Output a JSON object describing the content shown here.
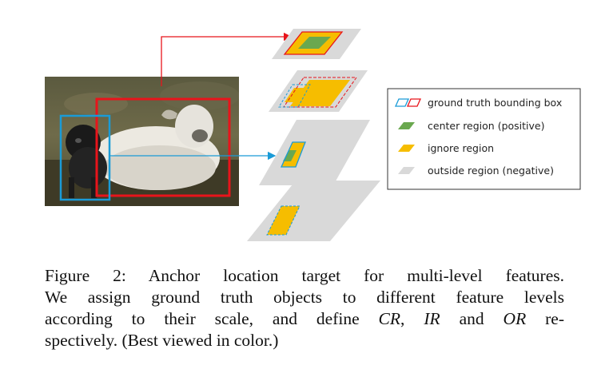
{
  "figure": {
    "legend": {
      "items": [
        {
          "icon": "ground-truth-box-icon",
          "label": "ground truth bounding box"
        },
        {
          "icon": "center-region-icon",
          "label": "center region (positive)"
        },
        {
          "icon": "ignore-region-icon",
          "label": "ignore region"
        },
        {
          "icon": "outside-region-icon",
          "label": "outside region (negative)"
        }
      ]
    },
    "colors": {
      "red_box": "#e8141b",
      "blue_box": "#1a9bd7",
      "center": "#6aa84f",
      "ignore": "#f6bd00",
      "outside": "#d9d9d9"
    }
  },
  "caption": {
    "line1": "Figure 2:  Anchor location target for multi-level features.",
    "line2": "We assign ground truth objects to different feature levels",
    "line3_pre": "according to their scale, and define ",
    "cr": "CR",
    "comma": ", ",
    "ir": "IR",
    "and": " and ",
    "or": "OR",
    "line3_post": " re-",
    "line4": "spectively. (Best viewed in color.)"
  }
}
